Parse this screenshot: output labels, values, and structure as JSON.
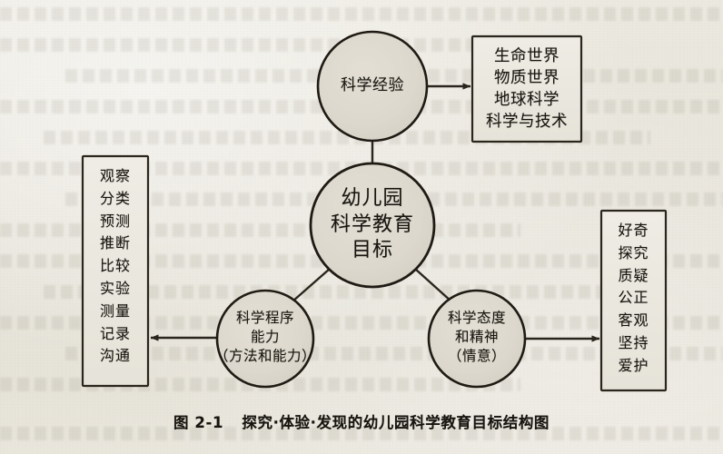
{
  "figure": {
    "caption_number": "图 2-1",
    "caption_text": "探究·体验·发现的幼儿园科学教育目标结构图"
  },
  "diagram": {
    "type": "structure-diagram",
    "center_node": {
      "name": "kindergarten-science-education-goals",
      "lines": [
        "幼儿园",
        "科学教育",
        "目标"
      ]
    },
    "branch_nodes": [
      {
        "name": "science-experience",
        "lines": [
          "科学经验"
        ]
      },
      {
        "name": "science-process-ability",
        "lines": [
          "科学程序",
          "能力",
          "（方法和能力）"
        ]
      },
      {
        "name": "science-attitude-spirit",
        "lines": [
          "科学态度",
          "和精神",
          "（情意）"
        ]
      }
    ],
    "detail_boxes": [
      {
        "name": "science-experience-domains",
        "items": [
          "生命世界",
          "物质世界",
          "地球科学",
          "科学与技术"
        ]
      },
      {
        "name": "science-process-skills",
        "items": [
          "观察",
          "分类",
          "预测",
          "推断",
          "比较",
          "实验",
          "测量",
          "记录",
          "沟通"
        ]
      },
      {
        "name": "science-attitude-traits",
        "items": [
          "好奇",
          "探究",
          "质疑",
          "公正",
          "客观",
          "坚持",
          "爱护"
        ]
      }
    ],
    "colors": {
      "ink": "#17150f",
      "stroke": "#2b261d",
      "paper": "#e8e5db",
      "circle_fill": "#dedad0"
    }
  }
}
